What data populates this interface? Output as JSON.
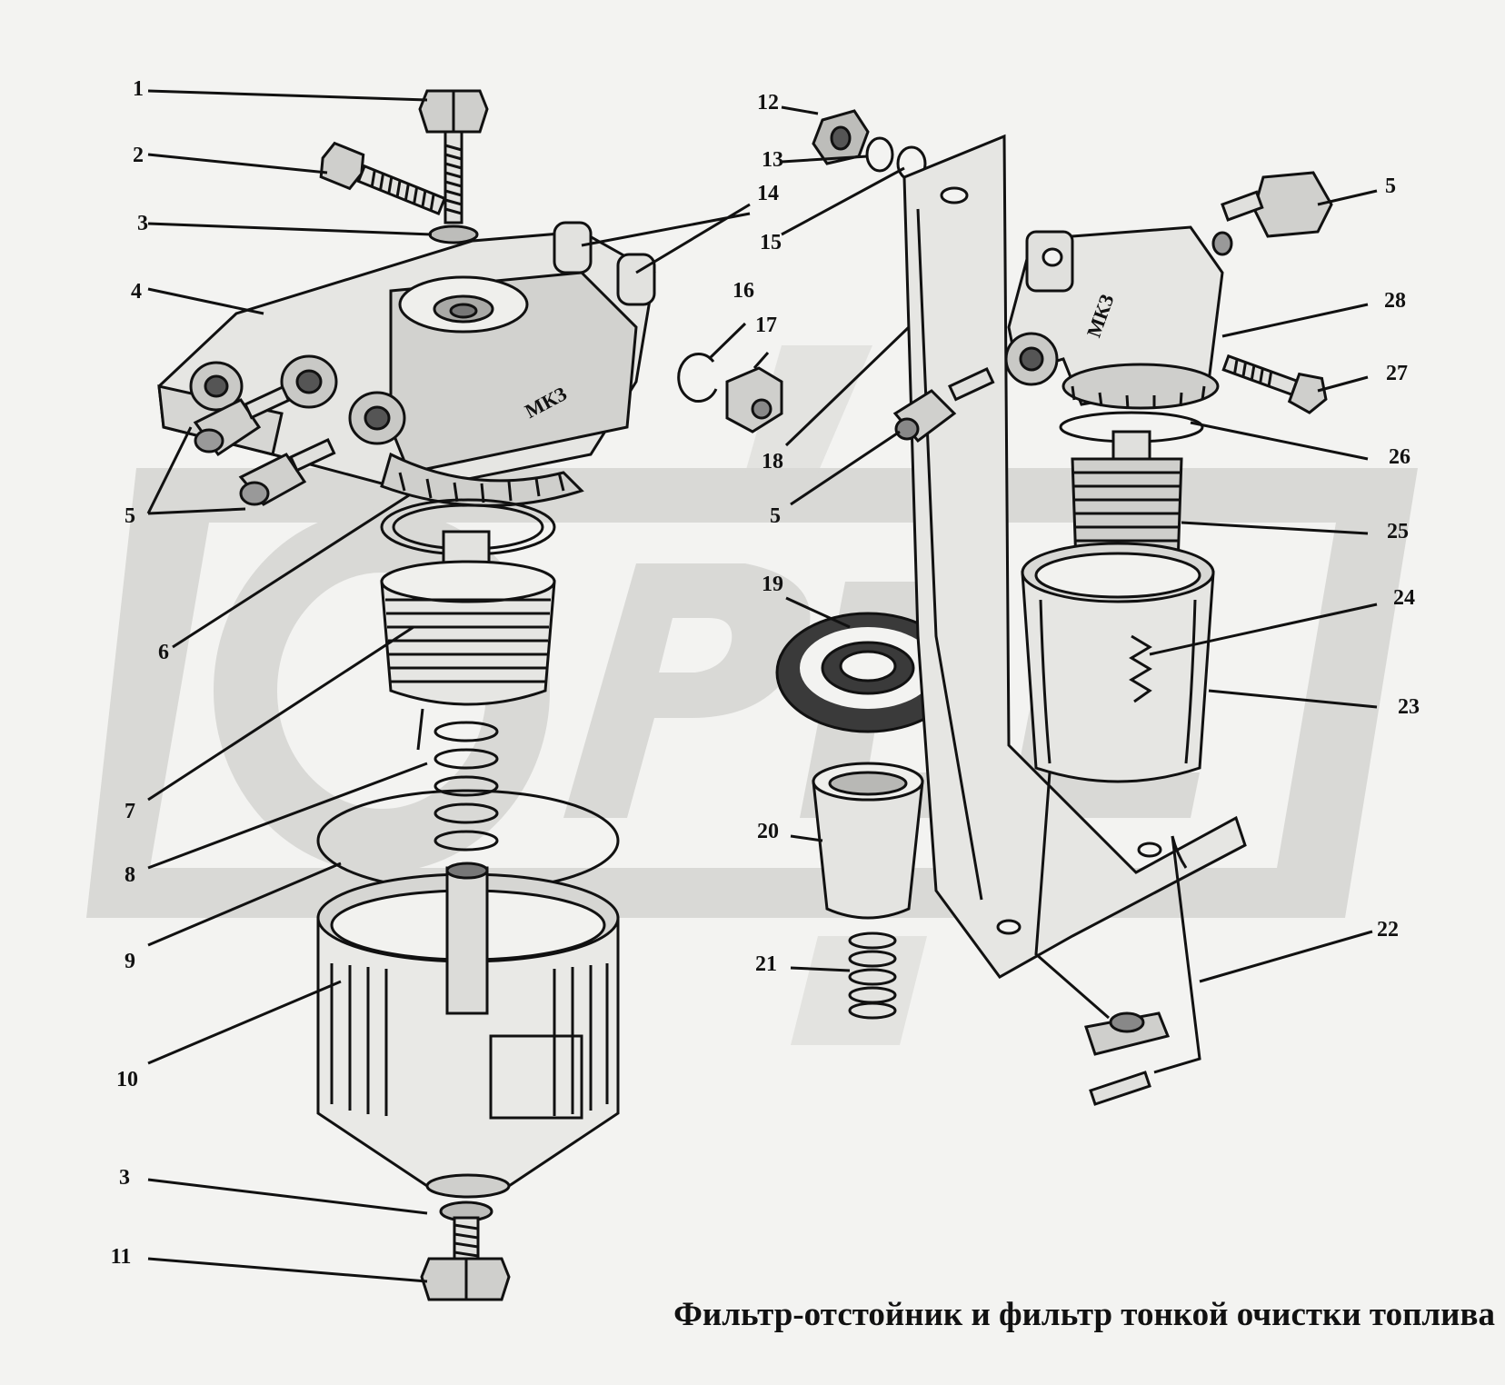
{
  "title": "Фильтр-отстойник и фильтр тонкой очистки топлива",
  "stamp_text": "МКЗ",
  "watermark_text": "ОРЕЛ",
  "colors": {
    "background": "#f3f3f1",
    "ink": "#111111",
    "watermark": "#d8d8d5"
  },
  "callouts": [
    {
      "id": "c-1",
      "label": "1"
    },
    {
      "id": "c-2",
      "label": "2"
    },
    {
      "id": "c-3a",
      "label": "3"
    },
    {
      "id": "c-4",
      "label": "4"
    },
    {
      "id": "c-5a",
      "label": "5"
    },
    {
      "id": "c-6",
      "label": "6"
    },
    {
      "id": "c-7",
      "label": "7"
    },
    {
      "id": "c-8",
      "label": "8"
    },
    {
      "id": "c-9",
      "label": "9"
    },
    {
      "id": "c-10",
      "label": "10"
    },
    {
      "id": "c-3b",
      "label": "3"
    },
    {
      "id": "c-11",
      "label": "11"
    },
    {
      "id": "c-12",
      "label": "12"
    },
    {
      "id": "c-13",
      "label": "13"
    },
    {
      "id": "c-14",
      "label": "14"
    },
    {
      "id": "c-15",
      "label": "15"
    },
    {
      "id": "c-16",
      "label": "16"
    },
    {
      "id": "c-17",
      "label": "17"
    },
    {
      "id": "c-18",
      "label": "18"
    },
    {
      "id": "c-5b",
      "label": "5"
    },
    {
      "id": "c-19",
      "label": "19"
    },
    {
      "id": "c-20",
      "label": "20"
    },
    {
      "id": "c-21",
      "label": "21"
    },
    {
      "id": "c-5c",
      "label": "5"
    },
    {
      "id": "c-28",
      "label": "28"
    },
    {
      "id": "c-27",
      "label": "27"
    },
    {
      "id": "c-26",
      "label": "26"
    },
    {
      "id": "c-25",
      "label": "25"
    },
    {
      "id": "c-24",
      "label": "24"
    },
    {
      "id": "c-23",
      "label": "23"
    },
    {
      "id": "c-22",
      "label": "22"
    }
  ]
}
